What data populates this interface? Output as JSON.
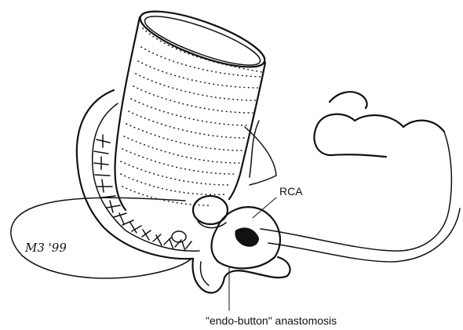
{
  "labels": {
    "rca": "RCA",
    "anastomosis": "\"endo-button\" anastomosis"
  },
  "signature": "M3 '99",
  "colors": {
    "ink": "#111111",
    "background": "#ffffff"
  }
}
